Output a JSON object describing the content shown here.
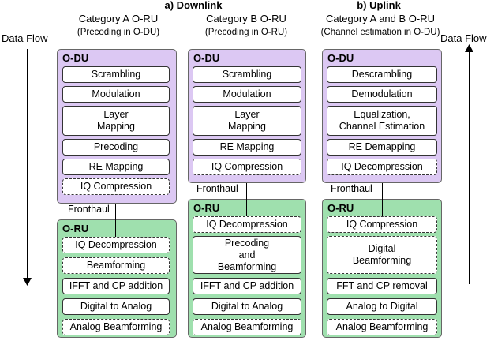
{
  "headers": {
    "downlink": "a) Downlink",
    "uplink": "b) Uplink"
  },
  "data_flow_left": "Data Flow",
  "data_flow_right": "Data Flow",
  "columns": [
    {
      "category": "Category A O-RU",
      "subtitle": "(Precoding in O-DU)",
      "du_title": "O-DU",
      "du_blocks": [
        "Scrambling",
        "Modulation",
        "Layer\nMapping",
        "Precoding",
        "RE Mapping",
        "IQ Compression"
      ],
      "fronthaul": "Fronthaul",
      "ru_title": "O-RU",
      "ru_blocks": [
        "IQ Decompression",
        "Beamforming",
        "IFFT and CP addition",
        "Digital to Analog",
        "Analog Beamforming"
      ]
    },
    {
      "category": "Category B O-RU",
      "subtitle": "(Precoding in O-RU)",
      "du_title": "O-DU",
      "du_blocks": [
        "Scrambling",
        "Modulation",
        "Layer\nMapping",
        "RE Mapping",
        "IQ Compression"
      ],
      "fronthaul": "Fronthaul",
      "ru_title": "O-RU",
      "ru_blocks": [
        "IQ Decompression",
        "Precoding\nand\nBeamforming",
        "IFFT and CP addition",
        "Digital to Analog",
        "Analog Beamforming"
      ]
    },
    {
      "category": "Category A and B O-RU",
      "subtitle": "(Channel estimation in O-DU)",
      "du_title": "O-DU",
      "du_blocks": [
        "Descrambling",
        "Demodulation",
        "Equalization,\nChannel Estimation",
        "RE Demapping",
        "IQ Decompression"
      ],
      "fronthaul": "Fronthaul",
      "ru_title": "O-RU",
      "ru_blocks": [
        "IQ Compression",
        "Digital\nBeamforming",
        "FFT and CP removal",
        "Analog to Digital",
        "Analog Beamforming"
      ]
    }
  ]
}
